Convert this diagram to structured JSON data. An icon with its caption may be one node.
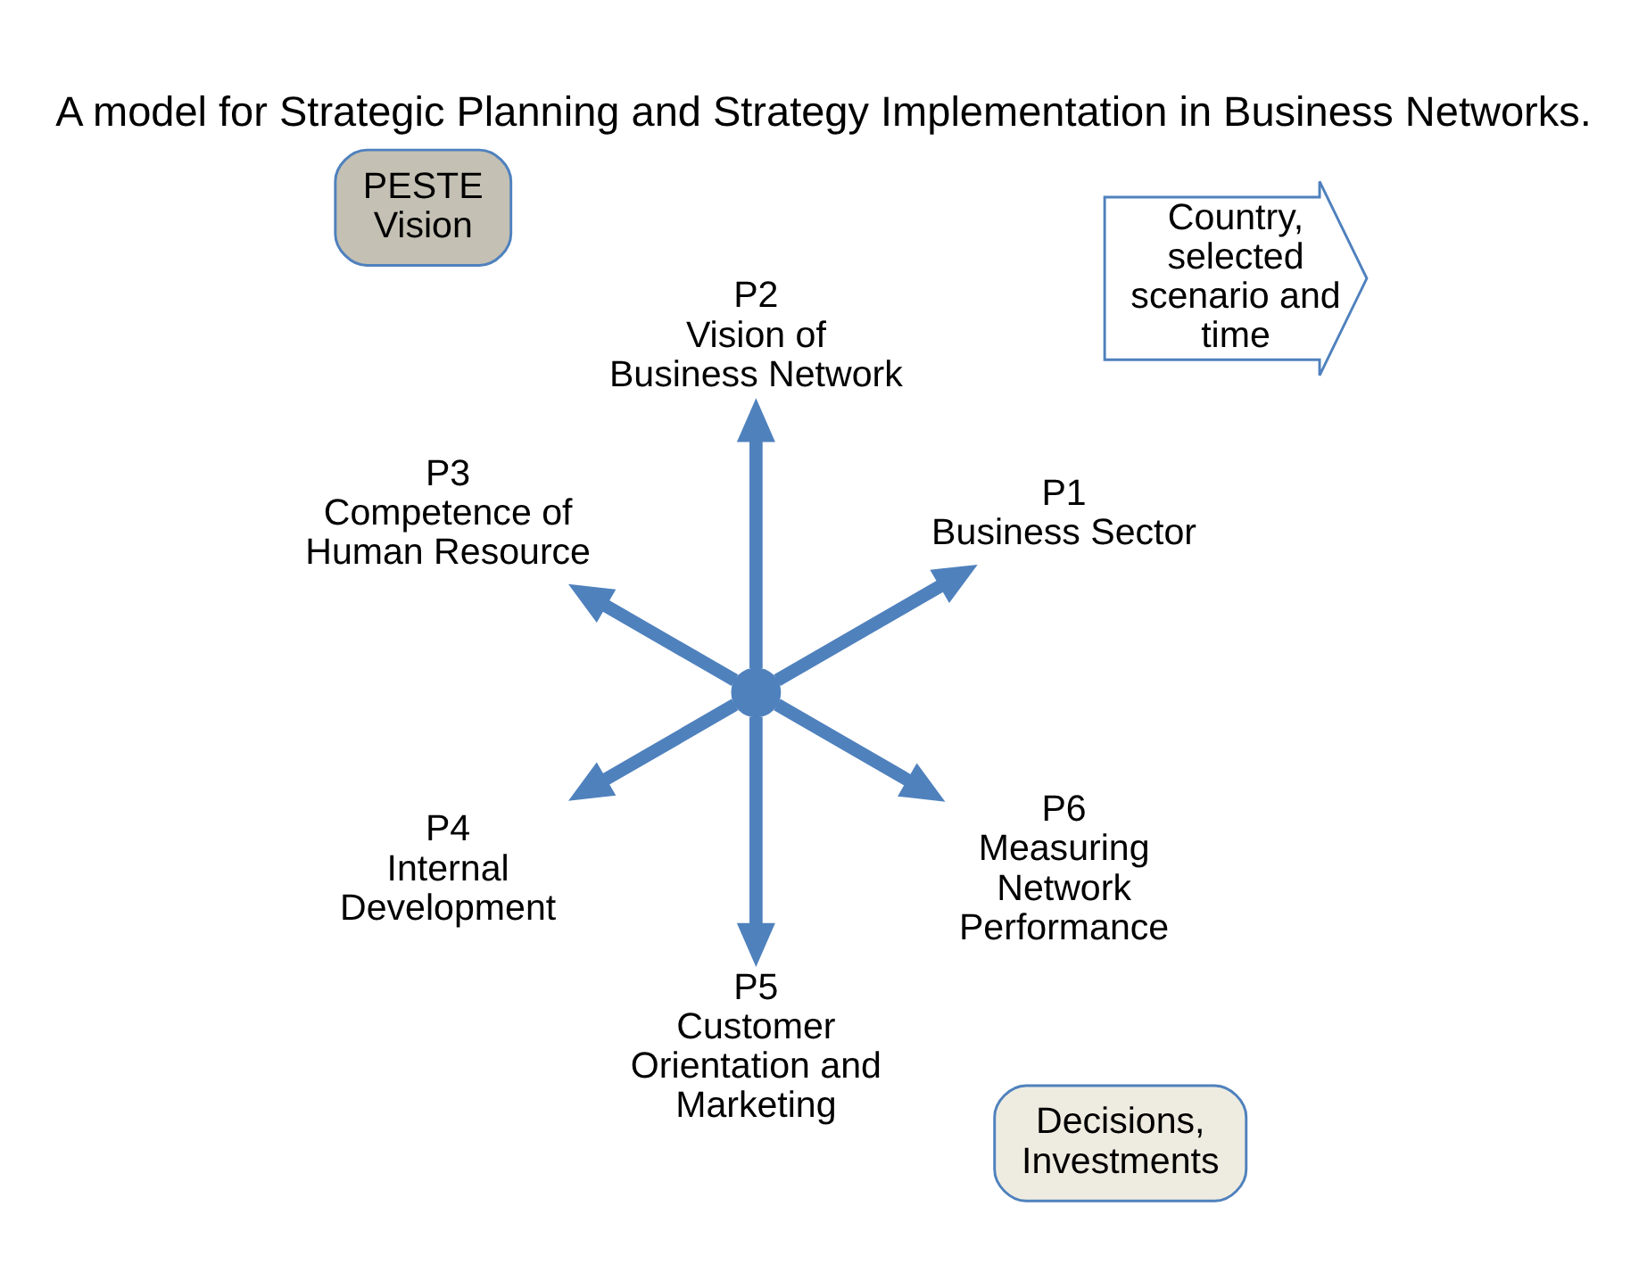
{
  "diagram": {
    "title": "A model for Strategic Planning and Strategy Implementation in Business Networks.",
    "nodes": [
      {
        "text": [],
        "shape": "circle"
      },
      {
        "text": [
          "P1",
          "Business Sector"
        ]
      },
      {
        "text": [
          "P2",
          "Vision of Business Network"
        ]
      },
      {
        "text": [
          "P3",
          "Competence of Human Resource"
        ]
      },
      {
        "text": [
          "P4",
          "Internal Development"
        ]
      },
      {
        "text": [
          "P5",
          "Customer  Orientation and Marketing"
        ]
      },
      {
        "text": [
          "P6",
          "Measuring Network Performance"
        ]
      },
      {
        "text": [
          "Country, selected scenario and time"
        ]
      },
      {
        "text": [
          "PESTE",
          "Vision"
        ]
      },
      {
        "text": [
          "Decisions,",
          "Investments"
        ]
      }
    ],
    "edges": [
      {
        "from": 0,
        "to": 1,
        "arrow": "to"
      },
      {
        "from": 0,
        "to": 2,
        "arrow": "to"
      },
      {
        "from": 0,
        "to": 3,
        "arrow": "to"
      },
      {
        "from": 0,
        "to": 4,
        "arrow": "to"
      },
      {
        "from": 0,
        "to": 5,
        "arrow": "to"
      },
      {
        "from": 0,
        "to": 6,
        "arrow": "to"
      }
    ]
  }
}
